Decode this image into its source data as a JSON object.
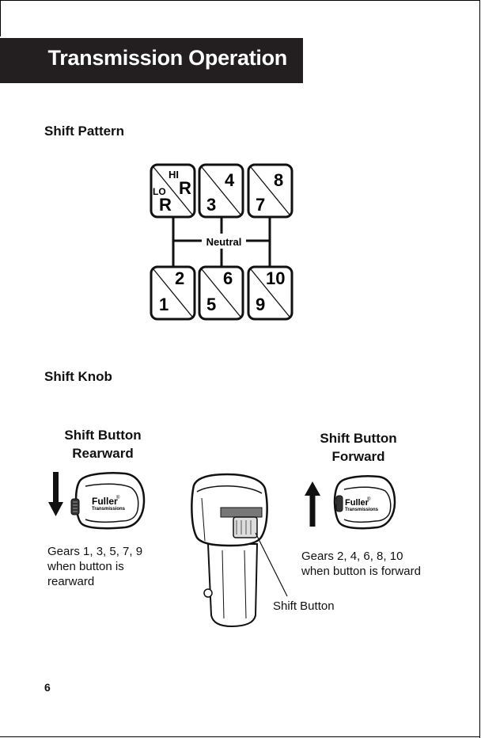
{
  "header": {
    "title": "Transmission Operation"
  },
  "shift_pattern": {
    "label": "Shift Pattern",
    "neutral_label": "Neutral",
    "gates": [
      {
        "top_small": "HI",
        "top": "R",
        "bottom_small": "LO",
        "bottom": "R"
      },
      {
        "top": "4",
        "bottom": "3"
      },
      {
        "top": "8",
        "bottom": "7"
      },
      {
        "top": "2",
        "bottom": "1"
      },
      {
        "top": "6",
        "bottom": "5"
      },
      {
        "top": "10",
        "bottom": "9"
      }
    ]
  },
  "shift_knob": {
    "label": "Shift Knob",
    "rearward": {
      "title_line1": "Shift Button",
      "title_line2": "Rearward",
      "caption_line1": "Gears 1, 3, 5, 7, 9",
      "caption_line2": "when button is",
      "caption_line3": "rearward"
    },
    "forward": {
      "title_line1": "Shift Button",
      "title_line2": "Forward",
      "caption_line1": "Gears 2, 4, 6, 8, 10",
      "caption_line2": "when button is forward"
    },
    "knob_brand": "Fuller",
    "knob_brand_mark": "®",
    "knob_brand_sub": "Transmissions",
    "shift_button_label": "Shift Button"
  },
  "page_number": "6"
}
